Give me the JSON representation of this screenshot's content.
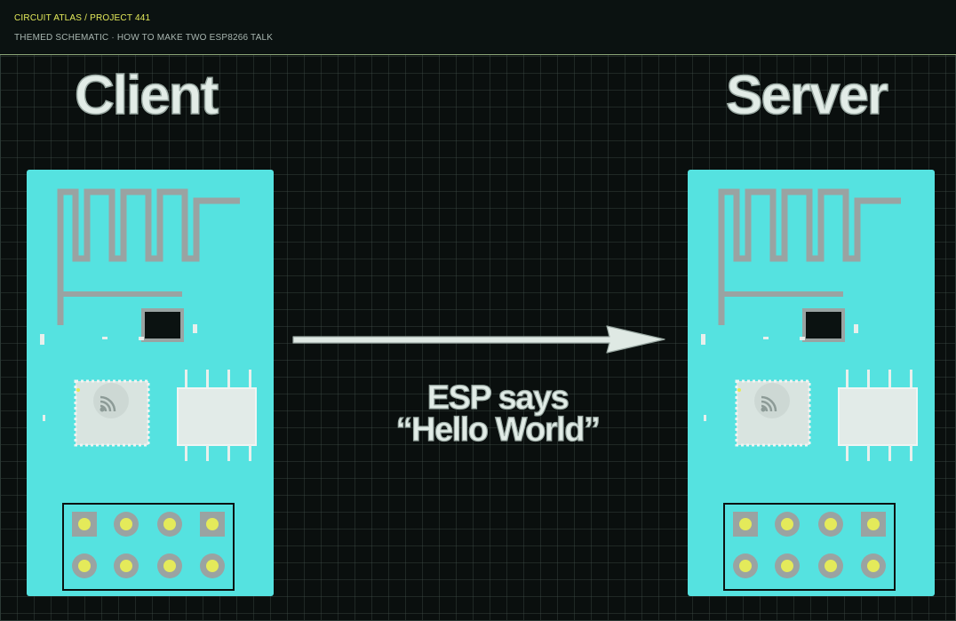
{
  "header": {
    "breadcrumb": "CIRCUIT ATLAS / PROJECT 441",
    "subtitle": "THEMED SCHEMATIC · HOW TO MAKE TWO ESP8266 TALK"
  },
  "client": {
    "title": "Client"
  },
  "server": {
    "title": "Server"
  },
  "message": {
    "line1": "ESP says",
    "line2": "“Hello World”"
  },
  "colors": {
    "background": "#0a0f0e",
    "board": "#55e2e0",
    "trace": "#9aa3a2",
    "pad": "#e4ea5a",
    "accent": "#e4ea5a",
    "text": "#e2ece7"
  },
  "icons": {
    "wifi": "wifi-logo-icon",
    "arrow": "right-arrow-icon"
  }
}
